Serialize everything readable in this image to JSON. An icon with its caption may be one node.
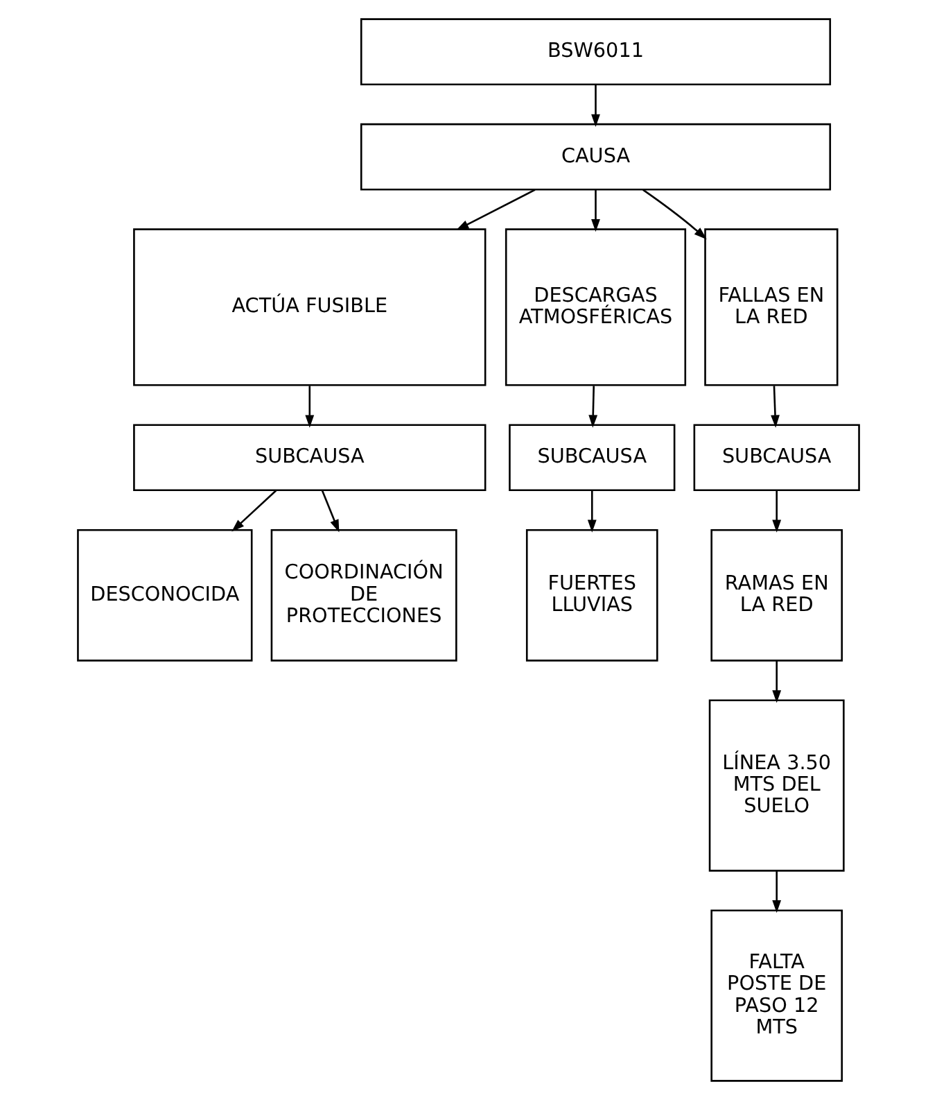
{
  "diagram": {
    "nodes": [
      {
        "text": [
          "BSW6011"
        ]
      },
      {
        "text": [
          "CAUSA"
        ]
      },
      {
        "text": [
          "ACTÚA FUSIBLE"
        ]
      },
      {
        "text": [
          "DESCARGAS ATMOSFÉRICAS"
        ]
      },
      {
        "text": [
          "FALLAS EN LA RED"
        ]
      },
      {
        "text": [
          "SUBCAUSA"
        ]
      },
      {
        "text": [
          "SUBCAUSA"
        ]
      },
      {
        "text": [
          "SUBCAUSA"
        ]
      },
      {
        "text": [
          "DESCONOCIDA"
        ]
      },
      {
        "text": [
          "COORDINACIÓN DE PROTECCIONES"
        ]
      },
      {
        "text": [
          "FUERTES LLUVIAS"
        ]
      },
      {
        "text": [
          "RAMAS EN LA RED"
        ]
      },
      {
        "text": [
          "LÍNEA 3.50 MTS DEL SUELO"
        ]
      },
      {
        "text": [
          "FALTA POSTE DE PASO 12 MTS"
        ]
      }
    ],
    "edges": [
      {
        "from": 0,
        "to": 1,
        "arrow": "to"
      },
      {
        "from": 1,
        "to": 2,
        "arrow": "to"
      },
      {
        "from": 1,
        "to": 3,
        "arrow": "to"
      },
      {
        "from": 1,
        "to": 4,
        "arrow": "to"
      },
      {
        "from": 2,
        "to": 5,
        "arrow": "to"
      },
      {
        "from": 3,
        "to": 6,
        "arrow": "to"
      },
      {
        "from": 4,
        "to": 7,
        "arrow": "to"
      },
      {
        "from": 5,
        "to": 8,
        "arrow": "to"
      },
      {
        "from": 5,
        "to": 9,
        "arrow": "to"
      },
      {
        "from": 6,
        "to": 10,
        "arrow": "to"
      },
      {
        "from": 7,
        "to": 11,
        "arrow": "to"
      },
      {
        "from": 11,
        "to": 12,
        "arrow": "to"
      },
      {
        "from": 12,
        "to": 13,
        "arrow": "to"
      }
    ]
  }
}
